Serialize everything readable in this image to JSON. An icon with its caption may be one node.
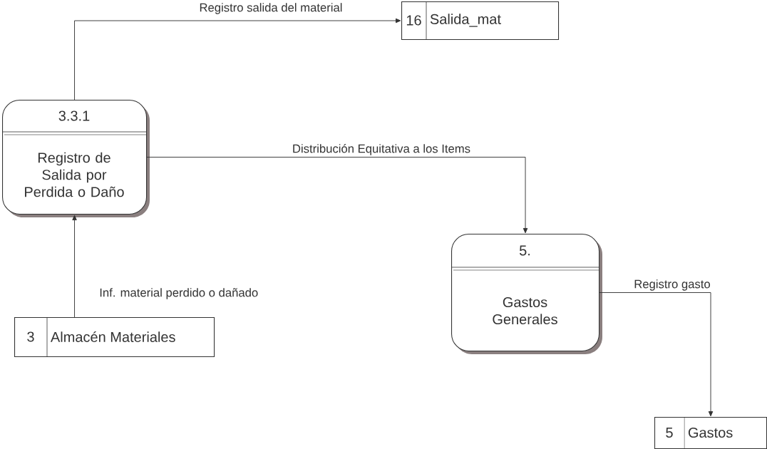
{
  "diagram": {
    "nodes": [
      {
        "text": [
          "3.3.1",
          "Registro de Salida por Perdida o Daño"
        ]
      },
      {
        "text": [
          "16",
          "Salida_mat"
        ]
      },
      {
        "text": [
          "5.",
          "Gastos Generales"
        ]
      },
      {
        "text": [
          "3",
          "Almacén Materiales"
        ]
      },
      {
        "text": [
          "5",
          "Gastos"
        ]
      }
    ],
    "edges": [
      {
        "from": 0,
        "to": 1,
        "arrow": "to",
        "label": "Registro salida del material"
      },
      {
        "from": 0,
        "to": 2,
        "arrow": "to",
        "label": "Distribución Equitativa a los Items"
      },
      {
        "from": 3,
        "to": 0,
        "arrow": "to",
        "label": "Inf. material perdido o dañado"
      },
      {
        "from": 2,
        "to": 4,
        "arrow": "to",
        "label": "Registro gasto"
      }
    ]
  }
}
